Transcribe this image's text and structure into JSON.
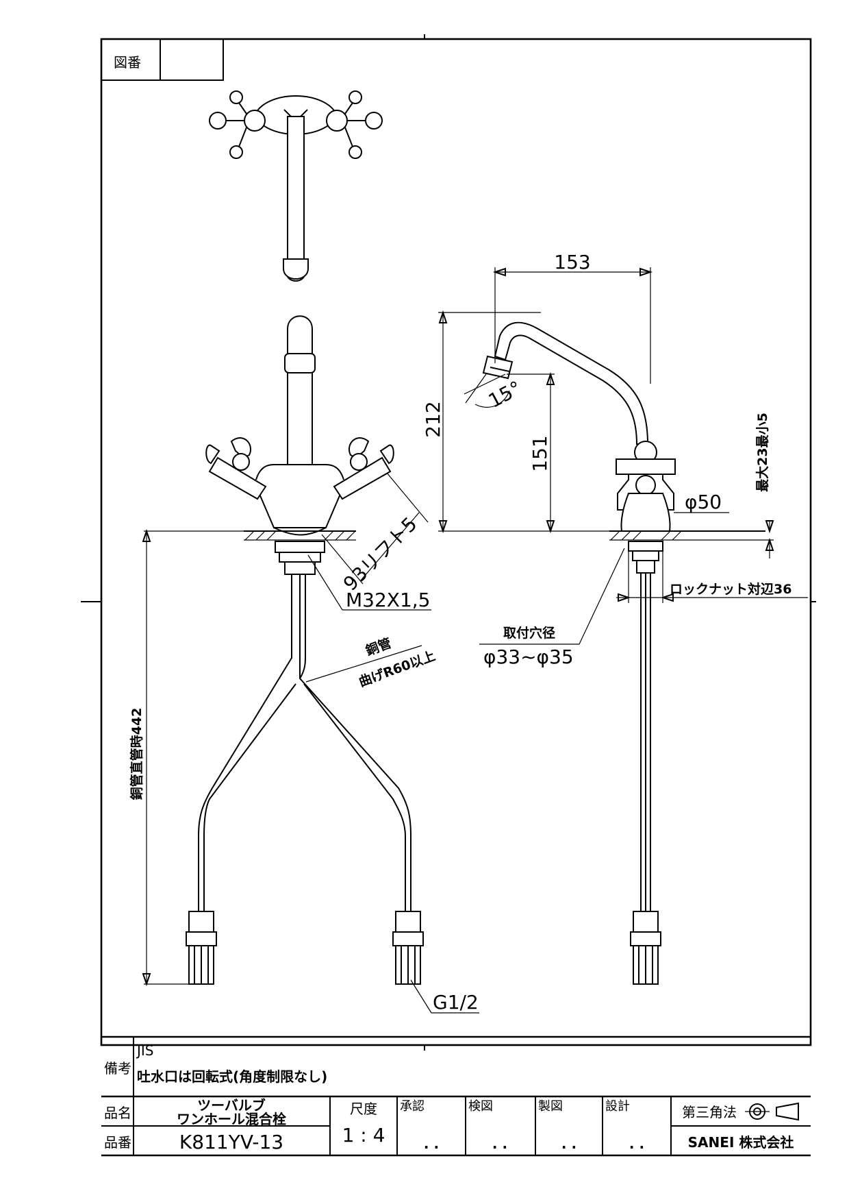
{
  "drawing_no_label": "図番",
  "drawing_no_value": "",
  "dimensions": {
    "reach": "153",
    "height_total": "212",
    "spout_height": "151",
    "spout_angle": "15°",
    "base_diameter": "φ50",
    "handle_lift": "93リフト5",
    "thread": "M32X1,5",
    "copper_pipe": "銅管",
    "bend_radius": "曲げR60以上",
    "pipe_length": "銅管直管時442",
    "counter_thickness": "最大23最小5",
    "lock_nut": "ロックナット対辺36",
    "mount_hole_label": "取付穴径",
    "mount_hole_value": "φ33~φ35",
    "connection": "G1/2"
  },
  "notes": {
    "label": "備考",
    "line1": "JIS",
    "line2": "吐水口は回転式(角度制限なし)"
  },
  "title_block": {
    "name_label": "品名",
    "name_line1": "ツーバルブ",
    "name_line2": "ワンホール混合栓",
    "number_label": "品番",
    "number_value": "K811YV-13",
    "scale_label": "尺度",
    "scale_value": "1 : 4",
    "approve_label": "承認",
    "check_label": "検図",
    "draft_label": "製図",
    "design_label": "設計",
    "date_placeholder": ". .",
    "projection_label": "第三角法",
    "company": "SANEI 株式会社"
  }
}
